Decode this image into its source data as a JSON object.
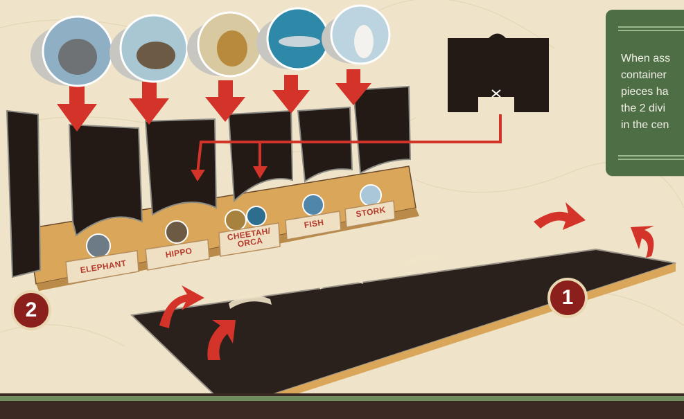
{
  "note": {
    "lines": [
      "When ass",
      "container",
      "pieces ha",
      "the 2 divi",
      "in the cen"
    ]
  },
  "slot_labels": [
    "ELEPHANT",
    "HIPPO",
    "CHEETAH/",
    "ORCA",
    "FISH",
    "STORK"
  ],
  "steps": [
    "1",
    "2"
  ],
  "colors": {
    "background": "#efe3c9",
    "note_green": "#4e6e45",
    "arrow_red": "#d4332a",
    "board_dark": "#2b211c",
    "badge_red": "#8b1f1c",
    "footer": "#3b2a23"
  },
  "icons": {
    "tokens": [
      "elephant-token",
      "hippo-token",
      "cheetah-token",
      "fish-token",
      "stork-token"
    ]
  }
}
